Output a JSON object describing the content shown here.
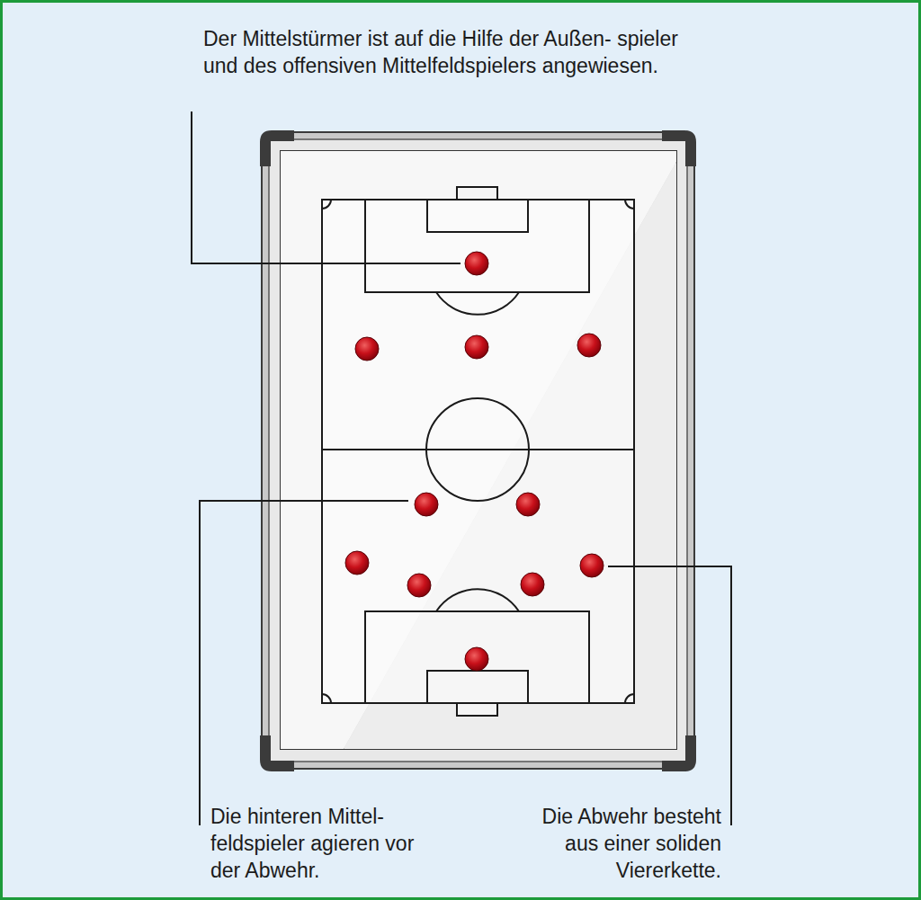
{
  "diagram": {
    "labels": [
      "Der Mittelstürmer ist auf die Hilfe der Außen- spieler und des offensiven Mittelfeldspielers angewiesen.",
      "Die hinteren Mittel- feldspieler agieren vor der Abwehr.",
      "Die Abwehr besteht aus einer soliden Viererkette."
    ]
  }
}
